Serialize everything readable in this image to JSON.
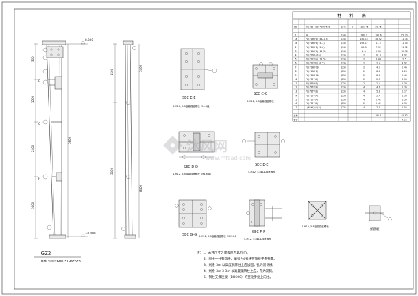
{
  "title_block": {
    "column_id": "GZ2",
    "section_spec": "BH(300~600)*196*6*8"
  },
  "elevations": {
    "top": "8.800",
    "bottom": "±0.000"
  },
  "sections": [
    {
      "id": "E-E",
      "label": "SEC  E-E",
      "note": "8-M16, 5.8级高强度螺栓 (50.6级)"
    },
    {
      "id": "C-C",
      "label": "SEC  C-C",
      "note": "8-M12, 5.8级高强度螺栓"
    },
    {
      "id": "D-D",
      "label": "SEC  D-D",
      "note": "4-M12, 5.8级高强度螺栓 (M4.6级)"
    },
    {
      "id": "E2-E2",
      "label": "SEC  E-E",
      "note": "4-M12, 5.8级高强度螺栓"
    },
    {
      "id": "G-G",
      "label": "SEC  G-G",
      "note": "8-M12,  5.8级高强度螺栓  30 M4.8"
    },
    {
      "id": "F-F",
      "label": "SEC  F-F",
      "note": "4-M12, 5.8级高强度螺栓"
    },
    {
      "id": "H-H",
      "label": "",
      "note": "4-M12, 5.8级高强度螺栓"
    },
    {
      "id": "base",
      "label": "加劲板",
      "note": ""
    }
  ],
  "material_table": {
    "title": "材　　料　　表",
    "header": [
      "构件",
      "零件编号",
      "规格",
      "材质",
      "数量",
      "单重",
      "总重"
    ],
    "rows": [
      [
        "GZ2",
        "BH(300~600)*196*6*8",
        "Q345",
        "1",
        "1111.45",
        "30.45"
      ],
      [
        "",
        "",
        "",
        "",
        "",
        "",
        ""
      ],
      [
        "1",
        "BH",
        "Q345",
        "",
        "196.3",
        "108.6",
        "85.23"
      ],
      [
        "1a",
        "PL(P196*8)*4321.5",
        "Q345",
        "",
        "148.15",
        "48.92",
        "11.34"
      ],
      [
        "1b",
        "PL(P196*8)(5.3)",
        "Q345",
        "",
        "190.17",
        "11.6",
        "11.45"
      ],
      [
        "2",
        "PL(P196*8)(5.6)",
        "Q345",
        "",
        "88.5",
        "7.32",
        "11.92"
      ],
      [
        "3",
        "PL(P196*8)(10.3)",
        "Q345",
        "",
        "4.5",
        "2.36",
        "12.96"
      ],
      [
        "4",
        "PL(P2*6)(10)",
        "Q235",
        "",
        "2",
        "20.4",
        "4.92"
      ],
      [
        "5",
        "PL(P12*14)(10.5)",
        "Q235",
        "",
        "2",
        "8.04",
        "2.5"
      ],
      [
        "6",
        "PL(P12*8)(10.5)",
        "Q235",
        "",
        "2",
        "2.4",
        "4.92"
      ],
      [
        "7",
        "PL(P196*10)",
        "Q235",
        "",
        "2",
        "4.7",
        "2.45"
      ],
      [
        "8",
        "PL(P196*8)",
        "Q235",
        "",
        "2",
        "8.0",
        "4.20"
      ],
      [
        "9",
        "PL(P196*10)",
        "Q235",
        "",
        "2",
        "8.0",
        "2.45"
      ],
      [
        "10",
        "PL(P96*10)",
        "Q235",
        "",
        "2",
        "2.5",
        "3.50"
      ],
      [
        "11",
        "PL(P96*10)",
        "Q235",
        "",
        "2",
        "2.4",
        "2.34"
      ],
      [
        "12",
        "PL(P96*10)",
        "Q235",
        "",
        "4",
        "4.6",
        "1.36"
      ],
      [
        "13",
        "PL(P96*10)",
        "Q235",
        "",
        "4",
        "5.0",
        "1.17"
      ],
      [
        "14",
        "PL(P12*14)",
        "Q235",
        "",
        "4",
        "2.4",
        "1.36"
      ],
      [
        "15",
        "PL(P12*14)",
        "Q235",
        "",
        "4",
        "2.42",
        "1.36"
      ],
      [
        "16",
        "PL(P96*10)",
        "Q235",
        "",
        "2",
        "2.42",
        "1.36"
      ],
      [
        "17",
        "L(63*4)*4(P)",
        "Q235",
        "",
        "4",
        "2.5",
        "1.55"
      ],
      [
        "",
        "",
        "",
        "",
        "",
        "",
        ""
      ],
      [
        "总重",
        "",
        "",
        "",
        "",
        "195.1",
        "45.82"
      ],
      [
        "合计",
        "",
        "",
        "",
        "",
        "",
        "4.22"
      ]
    ]
  },
  "notes": {
    "heading": "注：1、未注尺寸之顶板厚为10mm。",
    "lines": [
      "2、图中一共有四块，编号为4号块在顶板平向布置。",
      "3、剩余 3m 以高度钢牌柱上应加固，孔为双侧横。",
      "4、剩余 3m 3 3m 以高度钢牌柱上应，孔为双侧。",
      "5、钢柱支撑连接（BH600）的变化参处上向柱。"
    ]
  },
  "watermark": {
    "brand": "沐风网",
    "url": "www.mfcad.com"
  },
  "dimensions": {
    "left_column": [
      "300",
      "1500",
      "2400",
      "3600",
      "5800",
      "400"
    ],
    "right_column": [
      "1500",
      "3000",
      "5400",
      "8400"
    ]
  }
}
